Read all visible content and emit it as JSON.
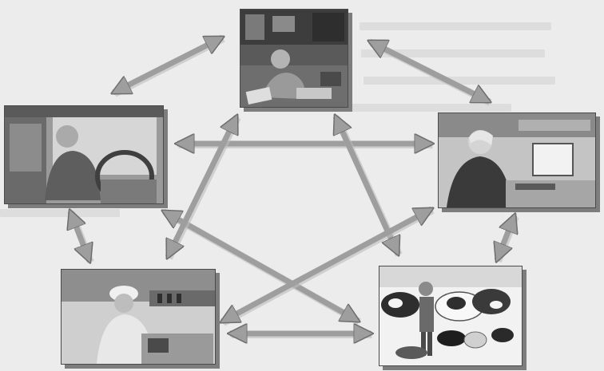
{
  "diagram": {
    "nodes": [
      {
        "id": "office-worker",
        "icon": "person-at-desk-photo"
      },
      {
        "id": "truck-driver",
        "icon": "truck-driver-photo"
      },
      {
        "id": "phone-operator",
        "icon": "operator-at-computer-photo"
      },
      {
        "id": "lab-technician",
        "icon": "lab-technician-photo"
      },
      {
        "id": "dairy-farmer",
        "icon": "farmer-with-cows-photo"
      }
    ],
    "connections": [
      {
        "from": "office-worker",
        "to": "truck-driver",
        "bidirectional": true
      },
      {
        "from": "office-worker",
        "to": "phone-operator",
        "bidirectional": true
      },
      {
        "from": "truck-driver",
        "to": "phone-operator",
        "bidirectional": true
      },
      {
        "from": "truck-driver",
        "to": "lab-technician",
        "bidirectional": true
      },
      {
        "from": "truck-driver",
        "to": "dairy-farmer",
        "bidirectional": true
      },
      {
        "from": "office-worker",
        "to": "lab-technician",
        "bidirectional": true
      },
      {
        "from": "office-worker",
        "to": "dairy-farmer",
        "bidirectional": true
      },
      {
        "from": "phone-operator",
        "to": "lab-technician",
        "bidirectional": true
      },
      {
        "from": "phone-operator",
        "to": "dairy-farmer",
        "bidirectional": true
      },
      {
        "from": "lab-technician",
        "to": "dairy-farmer",
        "bidirectional": true
      }
    ],
    "arrow_color": "#9e9e9e",
    "frame_color": "#4a4a4a"
  }
}
